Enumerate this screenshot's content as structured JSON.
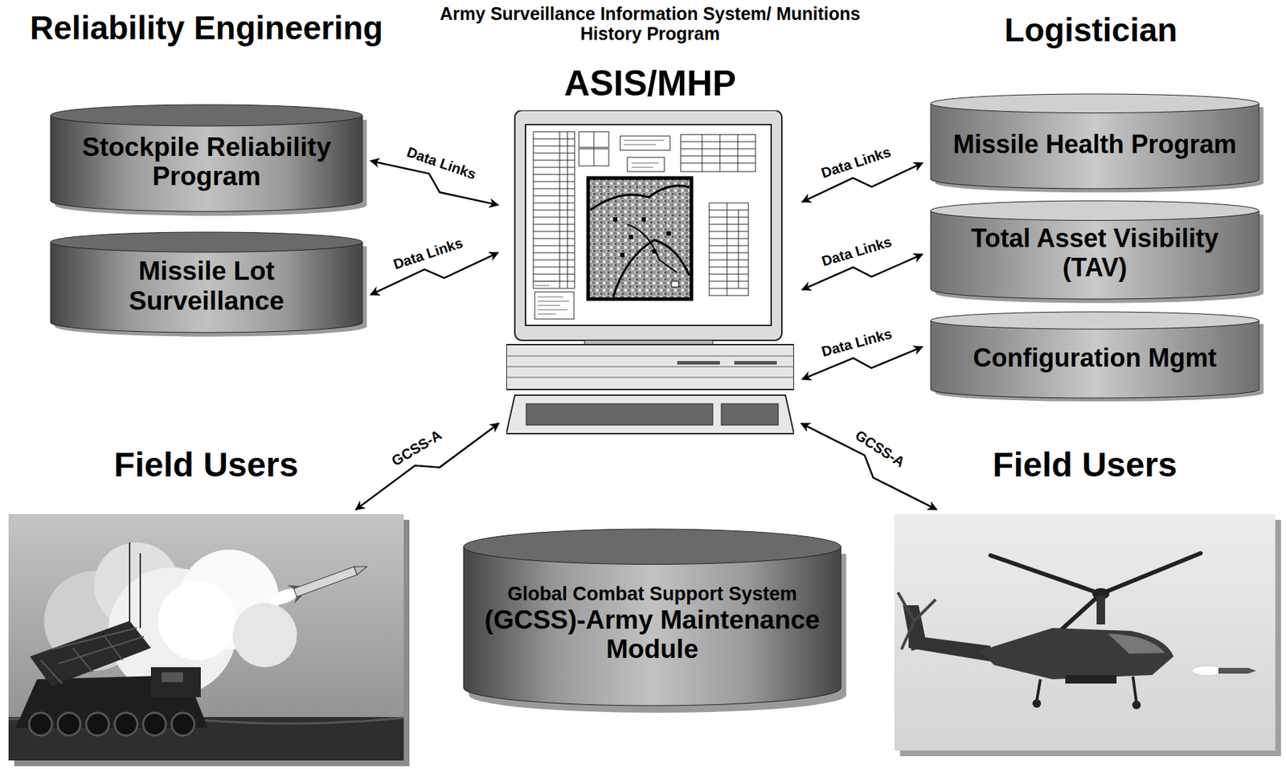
{
  "diagram": {
    "nodes": [
      {
        "text": [
          "Army Surveillance Information System/ Munitions History Program",
          "ASIS/MHP"
        ]
      },
      {
        "text": [
          "Stockpile Reliability Program"
        ]
      },
      {
        "text": [
          "Missile Health Program"
        ]
      },
      {
        "text": [
          "Missile Lot Surveillance"
        ]
      },
      {
        "text": [
          "Total Asset Visibility (TAV)"
        ]
      },
      {
        "text": [
          "Configuration Mgmt"
        ]
      },
      {
        "text": [
          "Field Users"
        ]
      },
      {
        "text": [
          "Global Combat Support System",
          "(GCSS)-Army Maintenance Module"
        ]
      },
      {
        "text": [
          "Field Users"
        ]
      }
    ],
    "edges": [
      {
        "from": 1,
        "to": 0,
        "label": "Data Links",
        "arrow": "both"
      },
      {
        "from": 0,
        "to": 2,
        "label": "Data Links",
        "arrow": "both"
      },
      {
        "from": 3,
        "to": 0,
        "label": "Data Links",
        "arrow": "both"
      },
      {
        "from": 0,
        "to": 4,
        "label": "Data Links",
        "arrow": "both"
      },
      {
        "from": 0,
        "to": 5,
        "label": "Data Links",
        "arrow": "both"
      },
      {
        "from": 6,
        "to": 0,
        "label": "GCSS-A",
        "arrow": "both"
      },
      {
        "from": 0,
        "to": 8,
        "label": "GCSS-A",
        "arrow": "both"
      }
    ],
    "labels": [
      "Reliability Engineering",
      "Logistician"
    ]
  }
}
